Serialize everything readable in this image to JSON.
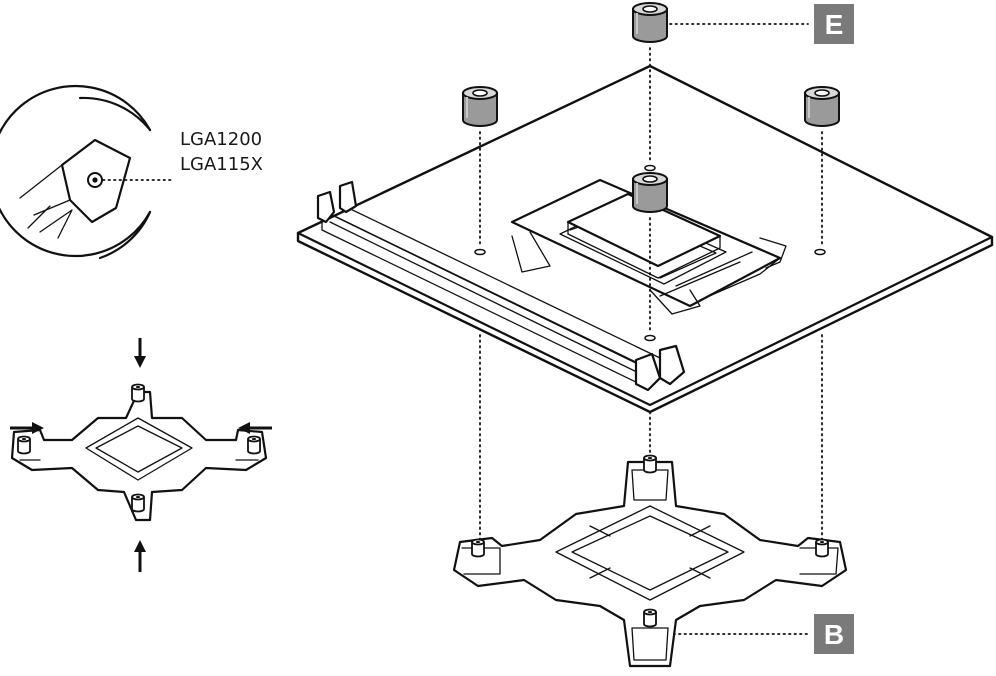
{
  "socket_labels": [
    "LGA1200",
    "LGA115X"
  ],
  "badges": {
    "standoff": "E",
    "backplate": "B"
  },
  "colors": {
    "badge": "#7a7a7a",
    "standoff": "#9a9a9a",
    "line": "#111111",
    "background": "#ffffff"
  },
  "icons": [
    "standoff-icon",
    "backplate-icon",
    "arrow-icon",
    "motherboard-icon",
    "cpu-socket-icon",
    "ram-slot-icon"
  ]
}
